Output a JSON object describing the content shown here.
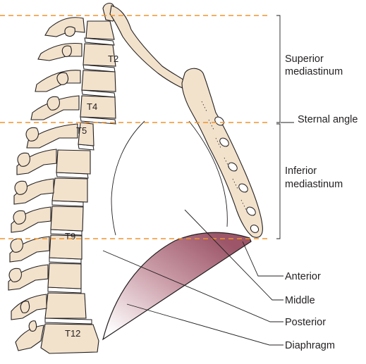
{
  "vertebra_labels": {
    "t2": "T2",
    "t4": "T4",
    "t5": "T5",
    "t9": "T9",
    "t12": "T12"
  },
  "region_labels": {
    "superior_line1": "Superior",
    "superior_line2": "mediastinum",
    "sternal_angle": "Sternal angle",
    "inferior_line1": "Inferior",
    "inferior_line2": "mediastinum"
  },
  "subdivision_labels": {
    "anterior": "Anterior",
    "middle": "Middle",
    "posterior": "Posterior",
    "diaphragm": "Diaphragm"
  },
  "colors": {
    "bone": "#f2e2cc",
    "guide_line": "#f0932b",
    "diaphragm": "#9c5569",
    "outline": "#231f20"
  }
}
